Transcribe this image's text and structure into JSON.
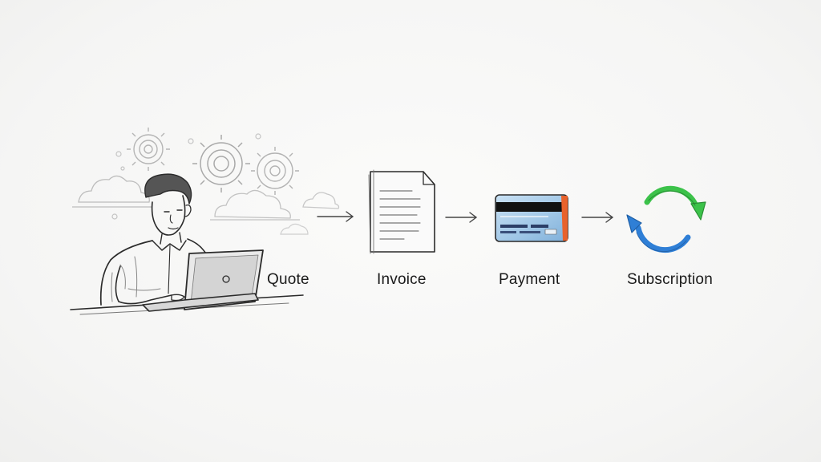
{
  "steps": [
    {
      "label": "Quote",
      "icon": "person-at-laptop-icon"
    },
    {
      "label": "Invoice",
      "icon": "document-icon"
    },
    {
      "label": "Payment",
      "icon": "credit-card-icon"
    },
    {
      "label": "Subscription",
      "icon": "recurring-cycle-icon"
    }
  ],
  "colors": {
    "ink": "#2b2b2b",
    "card_blue": "#9ec7e8",
    "card_stripe": "#111111",
    "card_orange": "#e8622c",
    "cycle_green": "#3cc24a",
    "cycle_blue": "#2f7fd6"
  }
}
